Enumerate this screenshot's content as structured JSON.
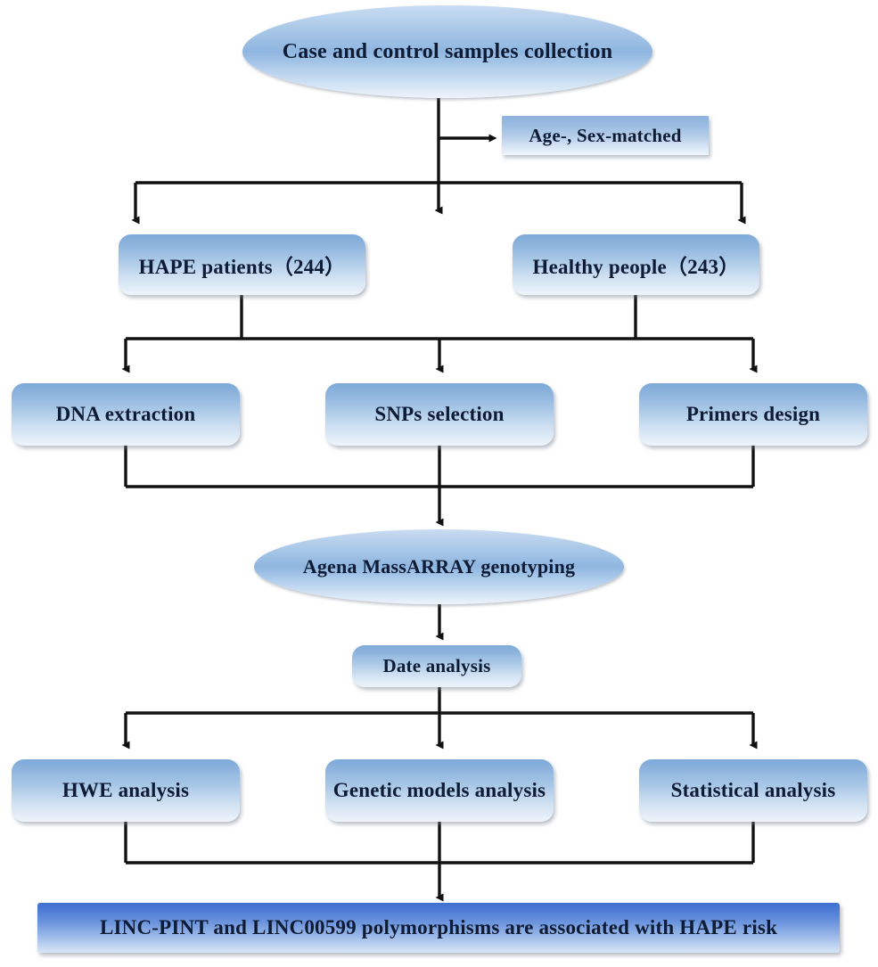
{
  "diagram": {
    "title": "HAPE lncRNA polymorphism study workflow",
    "type": "flowchart",
    "palette": {
      "node_fill_top": "#7ea9d8",
      "node_fill_bottom": "#eef4fb",
      "result_fill_top": "#3f6fd0",
      "text": "#0d1b34",
      "connector": "#111111",
      "background": "#ffffff"
    },
    "nodes": {
      "collection": {
        "label": "Case and control samples collection",
        "shape": "ellipse"
      },
      "age_sex": {
        "label": "Age-, Sex-matched",
        "shape": "rectangle"
      },
      "hape_patients": {
        "label": "HAPE patients（244）",
        "shape": "rounded-rectangle",
        "count": 244
      },
      "healthy_people": {
        "label": "Healthy people（243）",
        "shape": "rounded-rectangle",
        "count": 243
      },
      "dna_extraction": {
        "label": "DNA extraction",
        "shape": "rounded-rectangle"
      },
      "snps_selection": {
        "label": "SNPs selection",
        "shape": "rounded-rectangle"
      },
      "primers_design": {
        "label": "Primers design",
        "shape": "rounded-rectangle"
      },
      "genotyping": {
        "label": "Agena MassARRAY genotyping",
        "shape": "ellipse"
      },
      "date_analysis": {
        "label": "Date analysis",
        "shape": "rounded-rectangle"
      },
      "hwe_analysis": {
        "label": "HWE analysis",
        "shape": "rounded-rectangle"
      },
      "genetic_models": {
        "label": "Genetic models analysis",
        "shape": "rounded-rectangle"
      },
      "statistical_analysis": {
        "label": "Statistical analysis",
        "shape": "rounded-rectangle"
      },
      "result": {
        "label": "LINC-PINT and LINC00599 polymorphisms are associated with HAPE risk",
        "shape": "bar"
      }
    },
    "edges": [
      {
        "from": "collection",
        "to": "age_sex",
        "style": "arrow-right"
      },
      {
        "from": "collection",
        "to": "hape_patients",
        "style": "arrow-down"
      },
      {
        "from": "collection",
        "to": "healthy_people",
        "style": "arrow-down"
      },
      {
        "from": "hape_patients",
        "to": "dna_extraction",
        "style": "arrow-down"
      },
      {
        "from": "hape_patients",
        "to": "snps_selection",
        "style": "arrow-down"
      },
      {
        "from": "hape_patients",
        "to": "primers_design",
        "style": "arrow-down"
      },
      {
        "from": "healthy_people",
        "to": "dna_extraction",
        "style": "arrow-down"
      },
      {
        "from": "healthy_people",
        "to": "snps_selection",
        "style": "arrow-down"
      },
      {
        "from": "healthy_people",
        "to": "primers_design",
        "style": "arrow-down"
      },
      {
        "from": "dna_extraction",
        "to": "genotyping",
        "style": "arrow-down"
      },
      {
        "from": "snps_selection",
        "to": "genotyping",
        "style": "arrow-down"
      },
      {
        "from": "primers_design",
        "to": "genotyping",
        "style": "arrow-down"
      },
      {
        "from": "genotyping",
        "to": "date_analysis",
        "style": "arrow-down"
      },
      {
        "from": "date_analysis",
        "to": "hwe_analysis",
        "style": "arrow-down"
      },
      {
        "from": "date_analysis",
        "to": "genetic_models",
        "style": "arrow-down"
      },
      {
        "from": "date_analysis",
        "to": "statistical_analysis",
        "style": "arrow-down"
      },
      {
        "from": "hwe_analysis",
        "to": "result",
        "style": "arrow-down"
      },
      {
        "from": "genetic_models",
        "to": "result",
        "style": "arrow-down"
      },
      {
        "from": "statistical_analysis",
        "to": "result",
        "style": "arrow-down"
      }
    ]
  }
}
